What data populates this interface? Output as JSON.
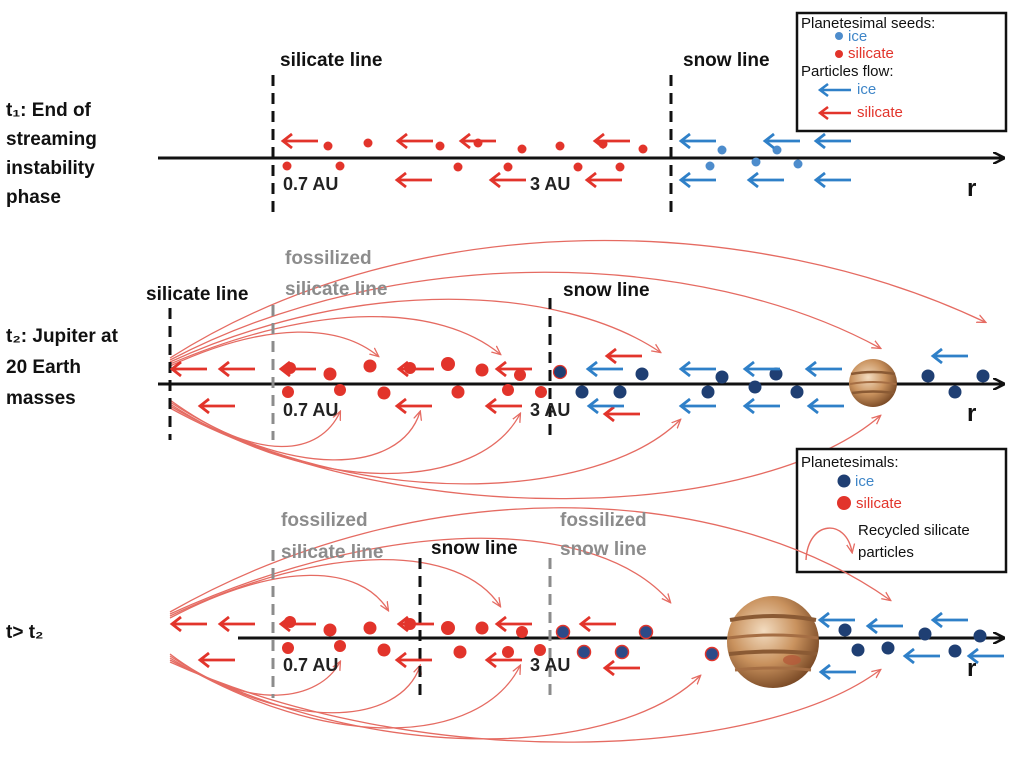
{
  "colors": {
    "silicate_red": "#e2342b",
    "ice_blue_light": "#4d8ccc",
    "ice_blue_dark": "#1f3f73",
    "arrow_blue": "#2f80c8",
    "arc_red": "#e56b62",
    "fossil_grey": "#8c8c8c"
  },
  "rows": [
    {
      "title_lines": [
        "t₁: End of",
        "streaming",
        "instability",
        "phase"
      ],
      "silicate_line_label": "silicate line",
      "snow_line_label": "snow line",
      "tick_label_1": "0.7 AU",
      "tick_label_2": "3 AU",
      "axis_label": "r"
    },
    {
      "title_lines": [
        "t₂: Jupiter at",
        "20 Earth",
        "masses"
      ],
      "silicate_line_label": "silicate line",
      "fossil_silicate_label_lines": [
        "fossilized",
        "silicate line"
      ],
      "snow_line_label": "snow line",
      "tick_label_1": "0.7 AU",
      "tick_label_2": "3 AU",
      "axis_label": "r"
    },
    {
      "title_lines": [
        "t> t₂"
      ],
      "fossil_silicate_label_lines": [
        "fossilized",
        "silicate line"
      ],
      "snow_line_label": "snow line",
      "fossil_snow_label_lines": [
        "fossilized",
        "snow line"
      ],
      "tick_label_1": "0.7 AU",
      "tick_label_2": "3 AU",
      "axis_label": "r"
    }
  ],
  "legend_top": {
    "title": "Planetesimal seeds:",
    "ice": "ice",
    "silicate": "silicate",
    "flow_title": "Particles flow:",
    "flow_ice": "ice",
    "flow_silicate": "silicate"
  },
  "legend_bottom": {
    "title": "Planetesimals:",
    "ice": "ice",
    "silicate": "silicate",
    "recycled_lines": [
      "Recycled silicate",
      "particles"
    ]
  }
}
